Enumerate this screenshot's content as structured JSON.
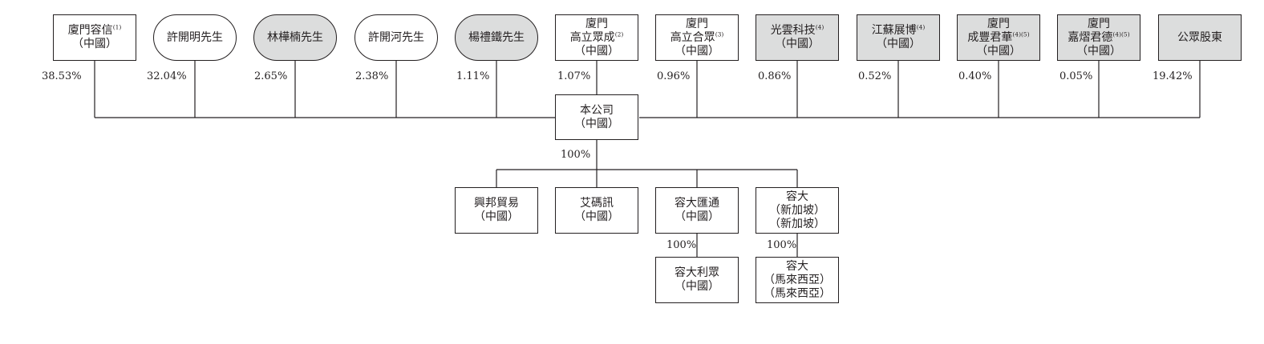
{
  "shareholders": [
    {
      "name": "廈門容信",
      "sup": "(1)",
      "sub": "（中國）",
      "pct": "38.53%"
    },
    {
      "name": "許開明先生",
      "sup": "",
      "sub": "",
      "pct": "32.04%"
    },
    {
      "name": "林樺楠先生",
      "sup": "",
      "sub": "",
      "pct": "2.65%"
    },
    {
      "name": "許開河先生",
      "sup": "",
      "sub": "",
      "pct": "2.38%"
    },
    {
      "name": "楊禮鐵先生",
      "sup": "",
      "sub": "",
      "pct": "1.11%"
    },
    {
      "name": "廈門",
      "name2": "高立眾成",
      "sup": "(2)",
      "sub": "（中國）",
      "pct": "1.07%"
    },
    {
      "name": "廈門",
      "name2": "高立合眾",
      "sup": "(3)",
      "sub": "（中國）",
      "pct": "0.96%"
    },
    {
      "name": "光雲科技",
      "sup": "(4)",
      "sub": "（中國）",
      "pct": "0.86%"
    },
    {
      "name": "江蘇展博",
      "sup": "(4)",
      "sub": "（中國）",
      "pct": "0.52%"
    },
    {
      "name": "廈門",
      "name2": "成豐君華",
      "sup": "(4)(5)",
      "sub": "（中國）",
      "pct": "0.40%"
    },
    {
      "name": "廈門",
      "name2": "嘉熠君德",
      "sup": "(4)(5)",
      "sub": "（中國）",
      "pct": "0.05%"
    },
    {
      "name": "公眾股東",
      "sup": "",
      "sub": "",
      "pct": "19.42%"
    }
  ],
  "company": {
    "name": "本公司",
    "sub": "（中國）",
    "pct": "100%"
  },
  "subsidiaries": [
    {
      "line1": "興邦貿易",
      "line2": "（中國）",
      "line3": ""
    },
    {
      "line1": "艾碼訊",
      "line2": "（中國）",
      "line3": ""
    },
    {
      "line1": "容大匯通",
      "line2": "（中國）",
      "line3": ""
    },
    {
      "line1": "容大",
      "line2": "（新加坡）",
      "line3": "（新加坡）"
    }
  ],
  "second_level": [
    {
      "pct": "100%",
      "line1": "容大利眾",
      "line2": "（中國）",
      "line3": ""
    },
    {
      "pct": "100%",
      "line1": "容大",
      "line2": "（馬來西亞）",
      "line3": "（馬來西亞）"
    }
  ]
}
